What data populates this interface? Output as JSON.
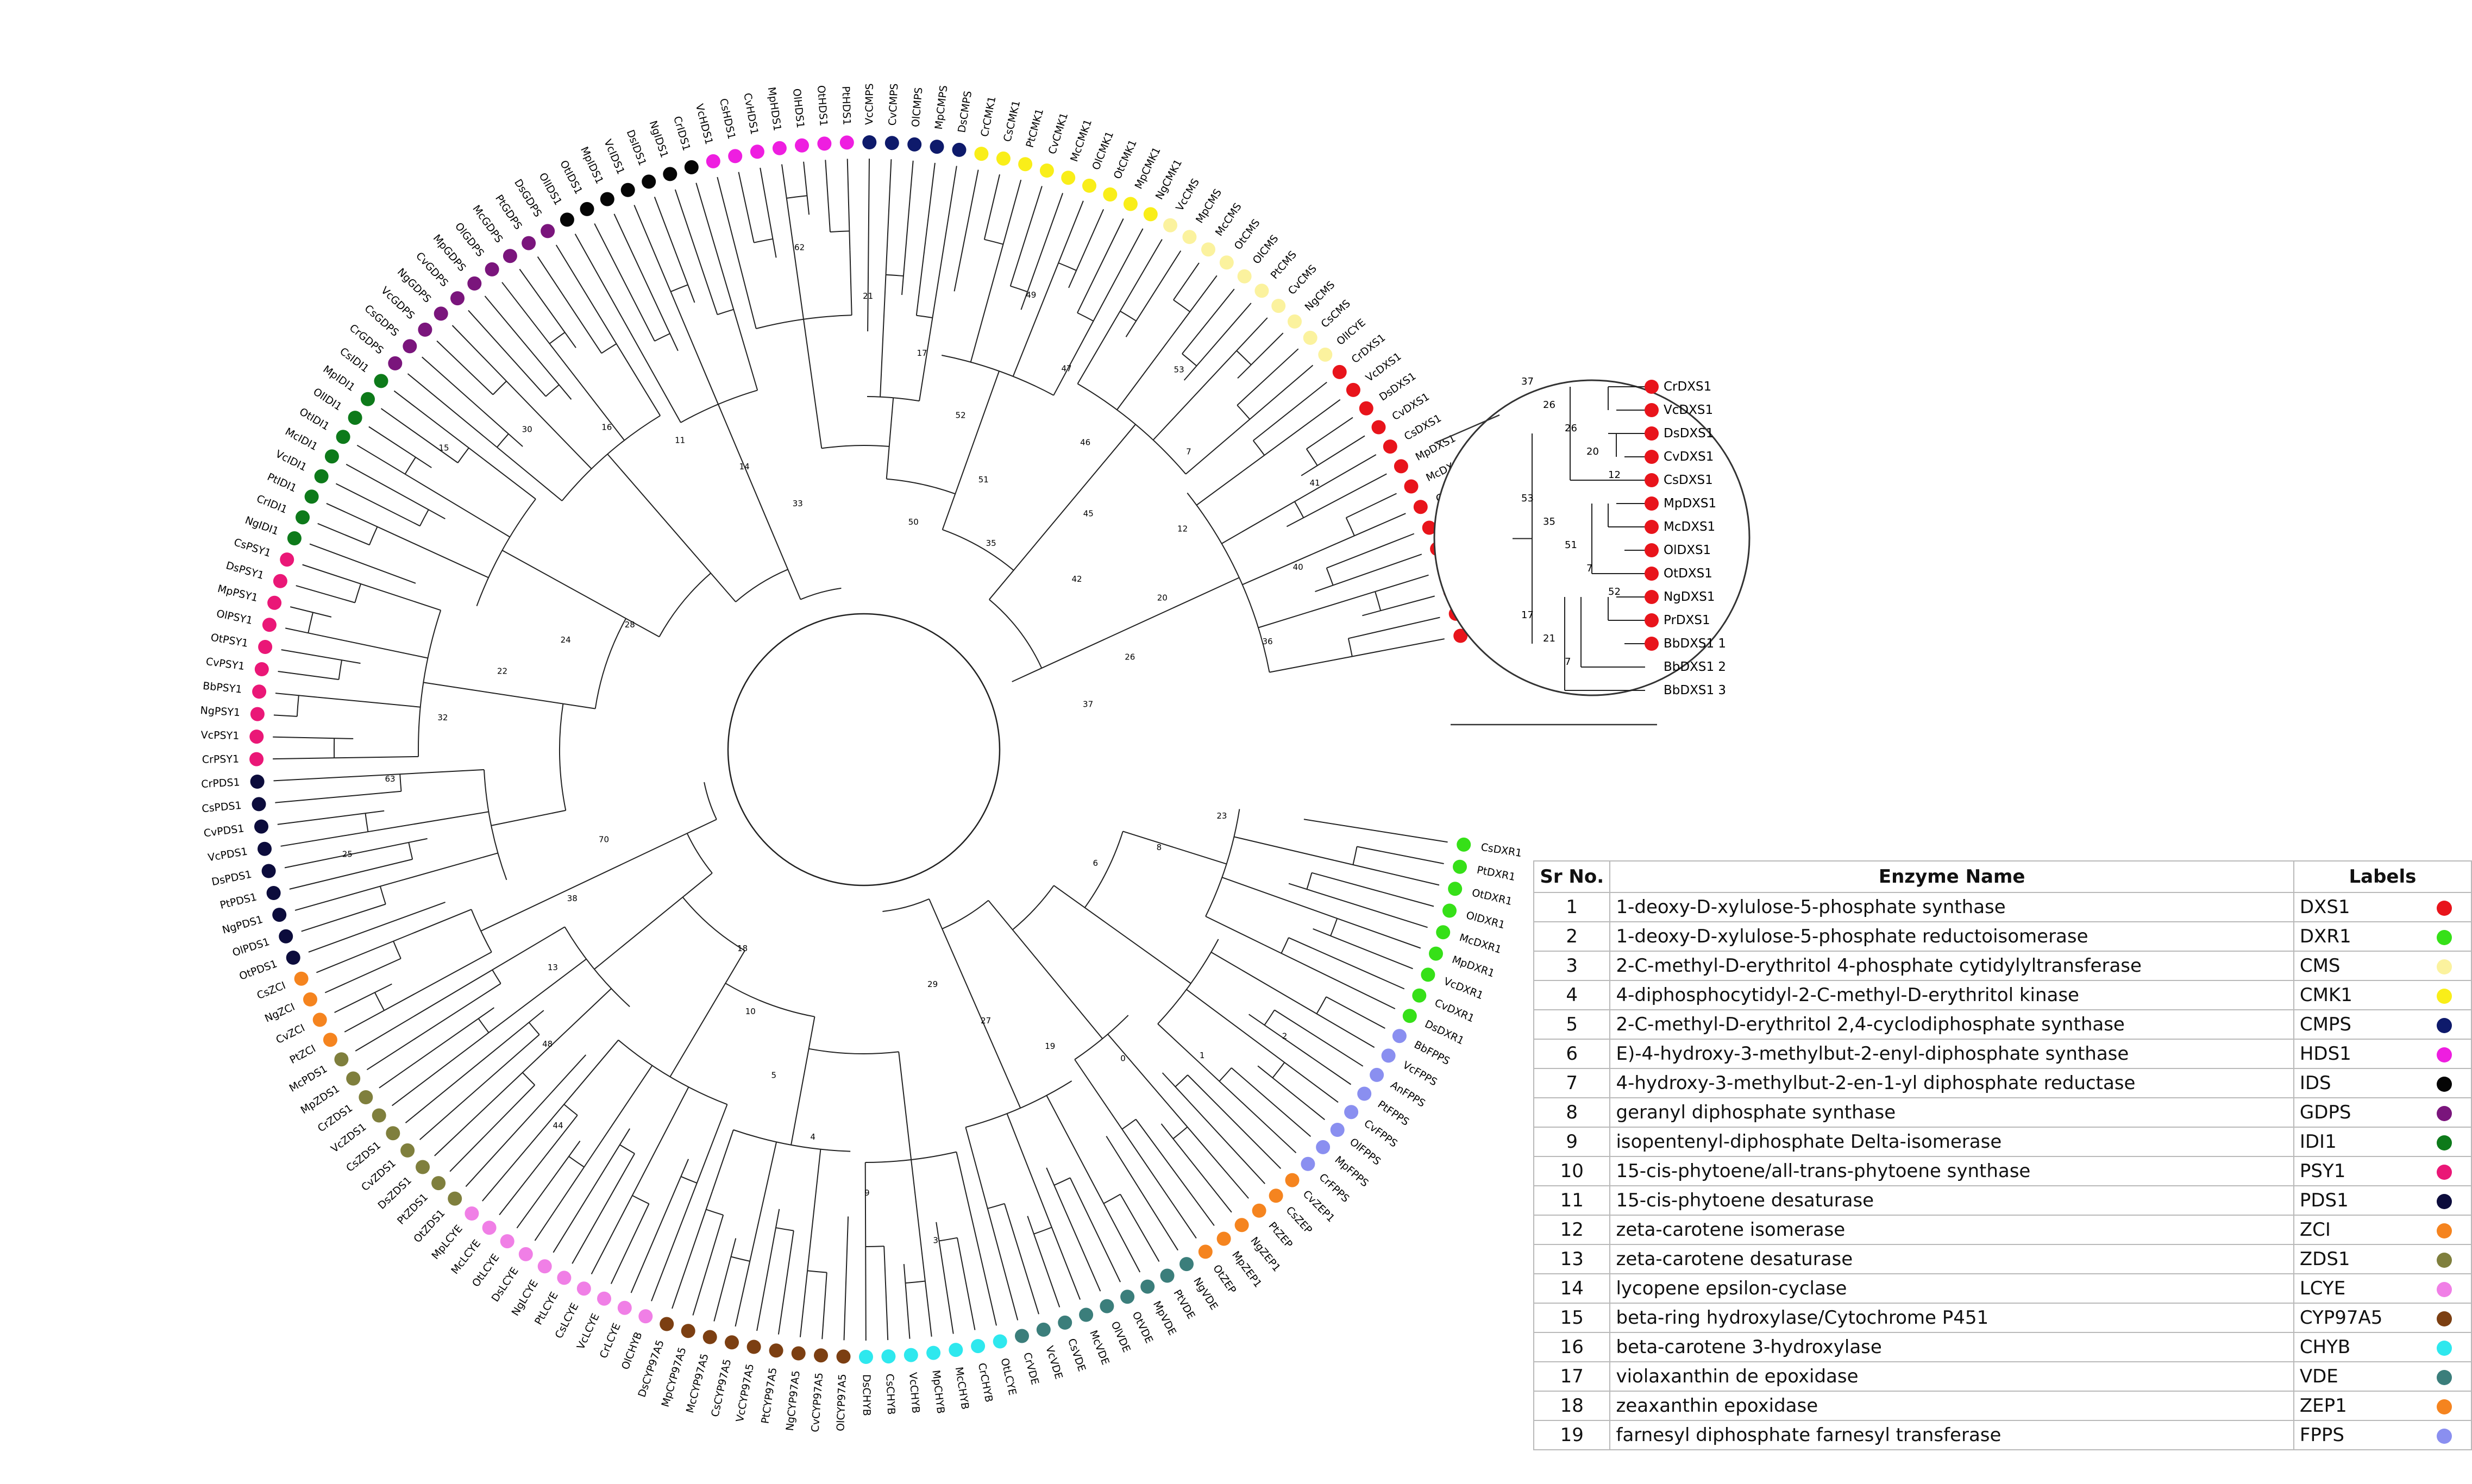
{
  "legend": {
    "headers": {
      "no": "Sr No.",
      "name": "Enzyme Name",
      "labels": "Labels"
    },
    "rows": [
      {
        "no": "1",
        "name": "1-deoxy-D-xylulose-5-phosphate synthase",
        "label": "DXS1",
        "color": "#e8141b"
      },
      {
        "no": "2",
        "name": "1-deoxy-D-xylulose-5-phosphate reductoisomerase",
        "label": "DXR1",
        "color": "#36e018"
      },
      {
        "no": "3",
        "name": "2-C-methyl-D-erythritol 4-phosphate cytidylyltransferase",
        "label": "CMS",
        "color": "#fbf29e"
      },
      {
        "no": "4",
        "name": "4-diphosphocytidyl-2-C-methyl-D-erythritol kinase",
        "label": "CMK1",
        "color": "#f9ee19"
      },
      {
        "no": "5",
        "name": "2-C-methyl-D-erythritol 2,4-cyclodiphosphate synthase",
        "label": "CMPS",
        "color": "#0e1a6b"
      },
      {
        "no": "6",
        "name": "E)-4-hydroxy-3-methylbut-2-enyl-diphosphate synthase",
        "label": "HDS1",
        "color": "#ee1ee0"
      },
      {
        "no": "7",
        "name": "4-hydroxy-3-methylbut-2-en-1-yl diphosphate reductase",
        "label": "IDS",
        "color": "#050505"
      },
      {
        "no": "8",
        "name": "geranyl diphosphate synthase",
        "label": "GDPS",
        "color": "#7a157c"
      },
      {
        "no": "9",
        "name": "isopentenyl-diphosphate Delta-isomerase",
        "label": "IDI1",
        "color": "#0d7a1a"
      },
      {
        "no": "10",
        "name": "15-cis-phytoene/all-trans-phytoene synthase",
        "label": "PSY1",
        "color": "#ea1777"
      },
      {
        "no": "11",
        "name": "15-cis-phytoene desaturase",
        "label": "PDS1",
        "color": "#0c0c3c"
      },
      {
        "no": "12",
        "name": "zeta-carotene isomerase",
        "label": "ZCI",
        "color": "#f5841f"
      },
      {
        "no": "13",
        "name": "zeta-carotene desaturase",
        "label": "ZDS1",
        "color": "#7f7f3d"
      },
      {
        "no": "14",
        "name": "lycopene epsilon-cyclase",
        "label": "LCYE",
        "color": "#f07fe6"
      },
      {
        "no": "15",
        "name": "beta-ring hydroxylase/Cytochrome P451",
        "label": "CYP97A5",
        "color": "#7c3f12"
      },
      {
        "no": "16",
        "name": "beta-carotene 3-hydroxylase",
        "label": "CHYB",
        "color": "#2ee8ee"
      },
      {
        "no": "17",
        "name": "violaxanthin de epoxidase",
        "label": "VDE",
        "color": "#3b7e7b"
      },
      {
        "no": "18",
        "name": "zeaxanthin epoxidase",
        "label": "ZEP1",
        "color": "#f5841f"
      },
      {
        "no": "19",
        "name": "farnesyl diphosphate farnesyl transferase",
        "label": "FPPS",
        "color": "#8a8ff0"
      }
    ]
  },
  "tree": {
    "clades": [
      {
        "color": "#e8141b",
        "leaves": [
          "BbDXS1 3",
          "BbDXS1 2",
          "BbDXS1 1",
          "PrDXS1",
          "NgDXS1",
          "OtDXS1",
          "OlDXS1",
          "McDXS1",
          "MpDXS1",
          "CsDXS1",
          "CvDXS1",
          "DsDXS1",
          "VcDXS1",
          "CrDXS1"
        ]
      },
      {
        "color": "#fbf29e",
        "leaves": [
          "OlICYE",
          "CsCMS",
          "NgCMS",
          "CvCMS",
          "PtCMS",
          "OlCMS",
          "OtCMS",
          "McCMS",
          "MpCMS",
          "VcCMS"
        ]
      },
      {
        "color": "#f9ee19",
        "leaves": [
          "NgCMK1",
          "MpCMK1",
          "OtCMK1",
          "OlCMK1",
          "McCMK1",
          "CvCMK1",
          "PtCMK1",
          "CsCMK1",
          "CrCMK1"
        ]
      },
      {
        "color": "#0e1a6b",
        "leaves": [
          "DsCMPS",
          "MpCMPS",
          "OlCMPS",
          "CvCMPS",
          "VcCMPS"
        ]
      },
      {
        "color": "#ee1ee0",
        "leaves": [
          "PtHDS1",
          "OtHDS1",
          "OlHDS1",
          "MpHDS1",
          "CvHDS1",
          "CsHDS1",
          "VcHDS1"
        ]
      },
      {
        "color": "#050505",
        "leaves": [
          "CrIDS1",
          "NgIDS1",
          "DsIDS1",
          "VcIDS1",
          "MpIDS1",
          "OtIDS1",
          "OlIDS1"
        ]
      },
      {
        "color": "#7a157c",
        "leaves": [
          "DsGDPS",
          "PtGDPS",
          "McGDPS",
          "OlGDPS",
          "MpGDPS",
          "CvGDPS",
          "NgGDPS",
          "VcGDPS",
          "CsGDPS",
          "CrGDPS"
        ]
      },
      {
        "color": "#0d7a1a",
        "leaves": [
          "CsIDI1",
          "MpIDI1",
          "OlIDI1",
          "OtIDI1",
          "McIDI1",
          "VcIDI1",
          "PtIDI1",
          "CrIDI1",
          "NgIDI1"
        ]
      },
      {
        "color": "#ea1777",
        "leaves": [
          "CsPSY1",
          "DsPSY1",
          "MpPSY1",
          "OlPSY1",
          "OtPSY1",
          "CvPSY1",
          "BbPSY1",
          "NgPSY1",
          "VcPSY1",
          "CrPSY1"
        ]
      },
      {
        "color": "#0c0c3c",
        "leaves": [
          "CrPDS1",
          "CsPDS1",
          "CvPDS1",
          "VcPDS1",
          "DsPDS1",
          "PtPDS1",
          "NgPDS1",
          "OlPDS1",
          "OtPDS1"
        ]
      },
      {
        "color": "#f5841f",
        "leaves": [
          "CsZCI",
          "NgZCI",
          "CvZCI",
          "PtZCI"
        ]
      },
      {
        "color": "#7f7f3d",
        "leaves": [
          "McPDS1",
          "MpZDS1",
          "CrZDS1",
          "VcZDS1",
          "CsZDS1",
          "CvZDS1",
          "DsZDS1",
          "PtZDS1",
          "OtZDS1"
        ]
      },
      {
        "color": "#f07fe6",
        "leaves": [
          "MpLCYE",
          "McLCYE",
          "OtLCYE",
          "DsLCYE",
          "NgLCYE",
          "PtLCYE",
          "CsLCYE",
          "VcLCYE",
          "CrLCYE",
          "OlCHYB"
        ]
      },
      {
        "color": "#7c3f12",
        "leaves": [
          "DsCYP97A5",
          "MpCYP97A5",
          "McCYP97A5",
          "CsCYP97A5",
          "VcCYP97A5",
          "PtCYP97A5",
          "NgCYP97A5",
          "CvCYP97A5",
          "OlCYP97A5"
        ]
      },
      {
        "color": "#2ee8ee",
        "leaves": [
          "DsCHYB",
          "CsCHYB",
          "VcCHYB",
          "MpCHYB",
          "McCHYB",
          "CrCHYB",
          "OtLCYE"
        ]
      },
      {
        "color": "#3b7e7b",
        "leaves": [
          "CrVDE",
          "VcVDE",
          "CsVDE",
          "McVDE",
          "OlVDE",
          "OtVDE",
          "MpVDE",
          "PtVDE",
          "NgVDE"
        ]
      },
      {
        "color": "#f5841f",
        "leaves": [
          "OtZEP",
          "MpZEP1",
          "NgZEP1",
          "PtZEP",
          "CsZEP",
          "CvZEP1"
        ]
      },
      {
        "color": "#8a8ff0",
        "leaves": [
          "CrFPPS",
          "MpFPPS",
          "OlFPPS",
          "CvFPPS",
          "PtFPPS",
          "AnFPPS",
          "VcFPPS",
          "BbFPPS"
        ]
      },
      {
        "color": "#36e018",
        "leaves": [
          "DsDXR1",
          "CvDXR1",
          "VcDXR1",
          "MpDXR1",
          "McDXR1",
          "OlDXR1",
          "OtDXR1",
          "PtDXR1",
          "CsDXR1"
        ]
      }
    ],
    "node_labels": [
      "37",
      "26",
      "20",
      "12",
      "7",
      "53",
      "35",
      "51",
      "52",
      "17",
      "21",
      "62",
      "33",
      "14",
      "11",
      "16",
      "30",
      "15",
      "28",
      "24",
      "22",
      "32",
      "63",
      "25",
      "70",
      "38",
      "13",
      "48",
      "44",
      "18",
      "10",
      "5",
      "4",
      "9",
      "3",
      "29",
      "27",
      "19",
      "0",
      "1",
      "2",
      "6",
      "8",
      "23",
      "36",
      "40",
      "41",
      "42",
      "45",
      "46",
      "47",
      "49",
      "50"
    ],
    "zoom": {
      "leaves": [
        "CrDXS1",
        "VcDXS1",
        "DsDXS1",
        "CvDXS1",
        "CsDXS1",
        "MpDXS1",
        "McDXS1",
        "OlDXS1",
        "OtDXS1",
        "NgDXS1",
        "PrDXS1",
        "BbDXS1 1",
        "BbDXS1 2",
        "BbDXS1 3"
      ],
      "colored_count": 12,
      "color": "#e8141b",
      "node_labels": [
        "37",
        "26",
        "26",
        "20",
        "12",
        "53",
        "35",
        "51",
        "7",
        "52",
        "17",
        "21",
        "7"
      ]
    }
  }
}
